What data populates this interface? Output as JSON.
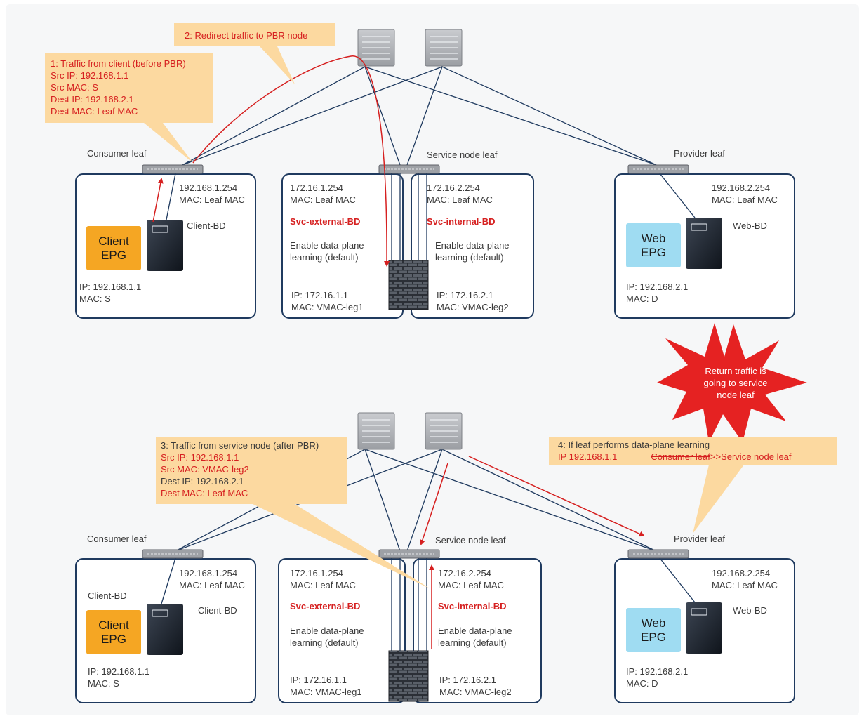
{
  "top": {
    "callout1": {
      "lines": [
        "1: Traffic from client (before PBR)",
        "Src IP: 192.168.1.1",
        "Src MAC: S",
        "Dest IP: 192.168.2.1",
        "Dest MAC: Leaf MAC"
      ]
    },
    "callout2": "2: Redirect traffic to PBR node",
    "consumer_leaf": "Consumer leaf",
    "service_leaf": "Service node leaf",
    "provider_leaf": "Provider leaf",
    "consumer": {
      "gw_ip": "192.168.1.254",
      "gw_mac": "MAC: Leaf MAC",
      "bd": "Client-BD",
      "epg_line1": "Client",
      "epg_line2": "EPG",
      "ip": "IP: 192.168.1.1",
      "mac": "MAC: S"
    },
    "svc_ext": {
      "gw_ip": "172.16.1.254",
      "gw_mac": "MAC: Leaf MAC",
      "bd": "Svc-external-BD",
      "learn1": "Enable data-plane",
      "learn2": "learning (default)",
      "ip": "IP: 172.16.1.1",
      "mac": "MAC: VMAC-leg1"
    },
    "svc_int": {
      "gw_ip": "172.16.2.254",
      "gw_mac": "MAC: Leaf MAC",
      "bd": "Svc-internal-BD",
      "learn1": "Enable data-plane",
      "learn2": "learning (default)",
      "ip": "IP: 172.16.2.1",
      "mac": "MAC: VMAC-leg2"
    },
    "provider": {
      "gw_ip": "192.168.2.254",
      "gw_mac": "MAC: Leaf MAC",
      "bd": "Web-BD",
      "epg_line1": "Web",
      "epg_line2": "EPG",
      "ip": "IP: 192.168.2.1",
      "mac": "MAC: D"
    }
  },
  "burst": {
    "lines": [
      "Return traffic is",
      "going to service",
      "node leaf"
    ]
  },
  "bottom": {
    "callout3": {
      "title": "3: Traffic from service node (after PBR)",
      "src_ip": "Src IP: 192.168.1.1",
      "src_mac": "Src MAC: VMAC-leg2",
      "dest_ip": "Dest IP: 192.168.2.1",
      "dest_mac": "Dest MAC: Leaf MAC"
    },
    "callout4": {
      "title": "4: If leaf performs data-plane learning",
      "ip": "IP 192.168.1.1",
      "old": "Consumer leaf",
      "new": ">>Service node leaf"
    },
    "consumer_leaf": "Consumer leaf",
    "service_leaf": "Service node leaf",
    "provider_leaf": "Provider leaf",
    "consumer": {
      "gw_ip": "192.168.1.254",
      "gw_mac": "MAC: Leaf MAC",
      "bd_left": "Client-BD",
      "bd": "Client-BD",
      "epg_line1": "Client",
      "epg_line2": "EPG",
      "ip": "IP: 192.168.1.1",
      "mac": "MAC: S"
    },
    "svc_ext": {
      "gw_ip": "172.16.1.254",
      "gw_mac": "MAC: Leaf MAC",
      "bd": "Svc-external-BD",
      "learn1": "Enable data-plane",
      "learn2": "learning (default)",
      "ip": "IP: 172.16.1.1",
      "mac": "MAC: VMAC-leg1"
    },
    "svc_int": {
      "gw_ip": "172.16.2.254",
      "gw_mac": "MAC: Leaf MAC",
      "bd": "Svc-internal-BD",
      "learn1": "Enable data-plane",
      "learn2": "learning (default)",
      "ip": "IP: 172.16.2.1",
      "mac": "MAC: VMAC-leg2"
    },
    "provider": {
      "gw_ip": "192.168.2.254",
      "gw_mac": "MAC: Leaf MAC",
      "bd": "Web-BD",
      "epg_line1": "Web",
      "epg_line2": "EPG",
      "ip": "IP: 192.168.2.1",
      "mac": "MAC: D"
    }
  },
  "colors": {
    "navy": "#1f3a5f",
    "red": "#d62020",
    "callout": "#fcd9a0",
    "client_epg": "#f5a623",
    "web_epg": "#9fdcf2"
  }
}
